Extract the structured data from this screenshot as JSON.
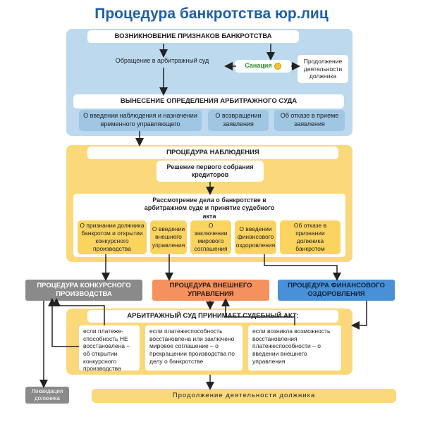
{
  "title": "Процедура банкротства юр.лиц",
  "colors": {
    "title": "#1f5fa8",
    "blue_panel": "#bcd9ee",
    "yellow_panel": "#fbd97a",
    "grey_proc": "#8a8a8a",
    "orange_proc": "#f4915e",
    "blue_proc": "#4a90d6"
  },
  "top": {
    "header": "ВОЗНИКНОВЕНИЕ ПРИЗНАКОВ БАНКРОТСТВА",
    "court_appeal": "Обращение в арбитражный суд",
    "sanation": "Санация",
    "sanation_icon": "coin-icon",
    "continue_activity": "Продолжение деятельности должника"
  },
  "decision": {
    "header": "ВЫНЕСЕНИЕ ОПРЕДЕЛЕНИЯ АРБИТРАЖНОГО СУДА",
    "options": [
      "О введении наблюдения и назначении временного управляющего",
      "О возвращении заявления",
      "Об отказе в приеме заявления"
    ]
  },
  "observation": {
    "header": "ПРОЦЕДУРА НАБЛЮДЕНИЯ",
    "first_meeting": "Решение первого собрания кредиторов",
    "consideration": "Рассмотрение дела о банкротстве в арбитражном суде  и принятие судебного акта",
    "options": [
      "О признании должника банкротом и открытии конкурсного производства",
      "О введении внешнего управления",
      "О заключении мирового соглашения",
      "О введении финансового оздоровления",
      "Об отказе в признании должника банкротом"
    ]
  },
  "procedures": {
    "competitive": "ПРОЦЕДУРА КОНКУРСНОГО ПРОИЗВОДСТВА",
    "external": "ПРОЦЕДУРА ВНЕШНЕГО УПРАВЛЕНИЯ",
    "financial": "ПРОЦЕДУРА ФИНАНСОВОГО ОЗДОРОВЛЕНИЯ"
  },
  "court_act": {
    "header": "АРБИТРАЖНЫЙ СУД ПРИНИМАЕТ СУДЕБНЫЙ АКТ:",
    "cases": [
      "если платеже-способность НЕ восстановлена – об открытии конкурсного производства",
      "если платежеспособность восстановлена или заключено мировое соглашение – о прекращении производства по делу о банкротстве",
      "если возникла возможность восстановления платежеспособности – о введении внешнего управления"
    ]
  },
  "liquidation": "Ликвидация должника",
  "continuation": "Продолжение деятельности должника"
}
